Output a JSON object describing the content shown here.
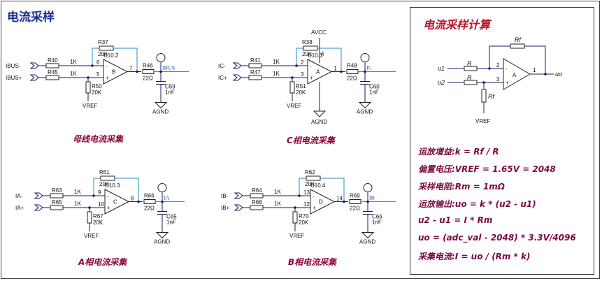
{
  "title": "电流采样",
  "calc": {
    "title": "电流采样计算",
    "formulas": [
      "运放增益:k = Rf / R",
      "偏置电压:VREF = 1.65V = 2048",
      "采样电阻:Rm = 1mΩ",
      "运放输出:uo = k * (u2 - u1)",
      " u2 - u1 = I * Rm",
      " uo = (adc_val - 2048) * 3.3V/4096",
      " 采集电流:I = uo / (Rm * k)"
    ],
    "schematic": {
      "u1": "u1",
      "u2": "u2",
      "uo": "uo",
      "R_top": "R",
      "R_bot": "R",
      "Rf_top": "Rf",
      "Rf_bot": "Rf",
      "vref": "VREF",
      "op": "A",
      "pin_minus": "2",
      "pin_plus": "3",
      "pin_out": "1"
    }
  },
  "circuits": [
    {
      "caption": "母线电流采集",
      "in_neg": "IBUS-",
      "in_pos": "IBUS+",
      "r_in1": "R40",
      "r_in1_val": "1K",
      "r_in2": "R45",
      "r_in2_val": "1K",
      "rf": "R37",
      "rf_val": "20K",
      "rg": "R50",
      "rg_val": "20K",
      "unit": "U10.2",
      "op": "B",
      "pin_minus": "6",
      "pin_plus": "5",
      "pin_out": "7",
      "r_out": "R46",
      "r_out_val": "22Ω",
      "cap": "C59",
      "cap_val": "1nF",
      "out_sig": "IBUS",
      "vref": "VREF",
      "gnd": "AGND",
      "supply": ""
    },
    {
      "caption": "C相电流采集",
      "in_neg": "IC-",
      "in_pos": "IC+",
      "r_in1": "R41",
      "r_in1_val": "1K",
      "r_in2": "R47",
      "r_in2_val": "1K",
      "rf": "R38",
      "rf_val": "20K",
      "rg": "R51",
      "rg_val": "20K",
      "unit": "U10.1",
      "op": "A",
      "pin_minus": "2",
      "pin_plus": "3",
      "pin_out": "1",
      "r_out": "R48",
      "r_out_val": "22Ω",
      "cap": "C60",
      "cap_val": "1nF",
      "out_sig": "IC",
      "vref": "VREF",
      "gnd": "AGND",
      "supply": "AVCC",
      "pin_v": "4"
    },
    {
      "caption": "A相电流采集",
      "in_neg": "IA-",
      "in_pos": "IA+",
      "r_in1": "R63",
      "r_in1_val": "1K",
      "r_in2": "R65",
      "r_in2_val": "1K",
      "rf": "R61",
      "rf_val": "20K",
      "rg": "R67",
      "rg_val": "20K",
      "unit": "U10.3",
      "op": "C",
      "pin_minus": "9",
      "pin_plus": "10",
      "pin_out": "8",
      "r_out": "R66",
      "r_out_val": "22Ω",
      "cap": "C65",
      "cap_val": "1nF",
      "out_sig": "IA",
      "vref": "VREF",
      "gnd": "AGND",
      "supply": ""
    },
    {
      "caption": "B相电流采集",
      "in_neg": "IB-",
      "in_pos": "IB+",
      "r_in1": "R64",
      "r_in1_val": "1K",
      "r_in2": "R68",
      "r_in2_val": "1K",
      "rf": "R62",
      "rf_val": "20K",
      "rg": "R70",
      "rg_val": "20K",
      "unit": "U10.4",
      "op": "D",
      "pin_minus": "13",
      "pin_plus": "12",
      "pin_out": "14",
      "r_out": "R69",
      "r_out_val": "22Ω",
      "cap": "C66",
      "cap_val": "1nF",
      "out_sig": "IB",
      "vref": "VREF",
      "gnd": "AGND",
      "supply": ""
    }
  ]
}
